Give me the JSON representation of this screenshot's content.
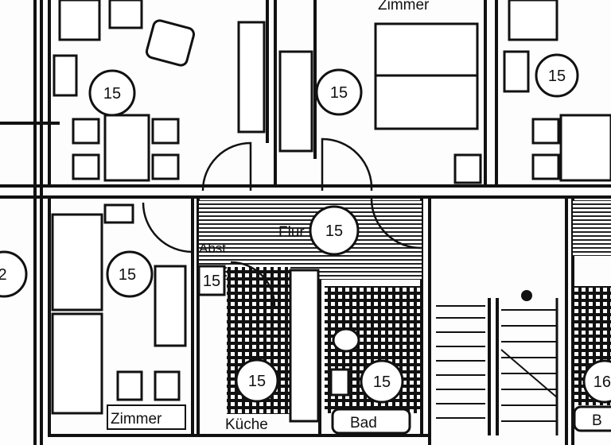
{
  "rooms": {
    "zimmer_top": "Zimmer",
    "flur": "Flur",
    "abst": "Abst",
    "zimmer_left": "Zimmer",
    "kueche": "Küche",
    "bad": "Bad",
    "bad_right_partial": "B"
  },
  "markers": {
    "m1": "15",
    "m2": "15",
    "m3": "15",
    "m4": "15",
    "m5": "15",
    "m6": "15",
    "m7": "15",
    "m8": "15",
    "left_partial": "2",
    "right_partial": "16"
  },
  "colors": {
    "ink": "#111111",
    "paper": "#fdfdfd"
  }
}
